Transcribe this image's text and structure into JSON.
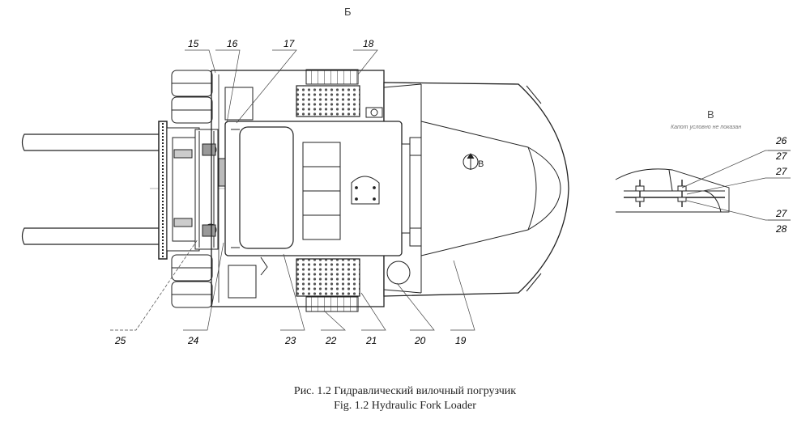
{
  "view_labels": {
    "top": "Б",
    "detail": "В",
    "detail_note": "Капот условно не показан",
    "arrow": "В"
  },
  "callouts_top": [
    "15",
    "16",
    "17",
    "18"
  ],
  "callouts_bottom": [
    "25",
    "24",
    "23",
    "22",
    "21",
    "20",
    "19"
  ],
  "detail_callouts": [
    "26",
    "27",
    "27",
    "27",
    "28"
  ],
  "caption": {
    "ru": "Рис. 1.2  Гидравлический вилочный погрузчик",
    "en": "Fig. 1.2  Hydraulic Fork Loader"
  }
}
